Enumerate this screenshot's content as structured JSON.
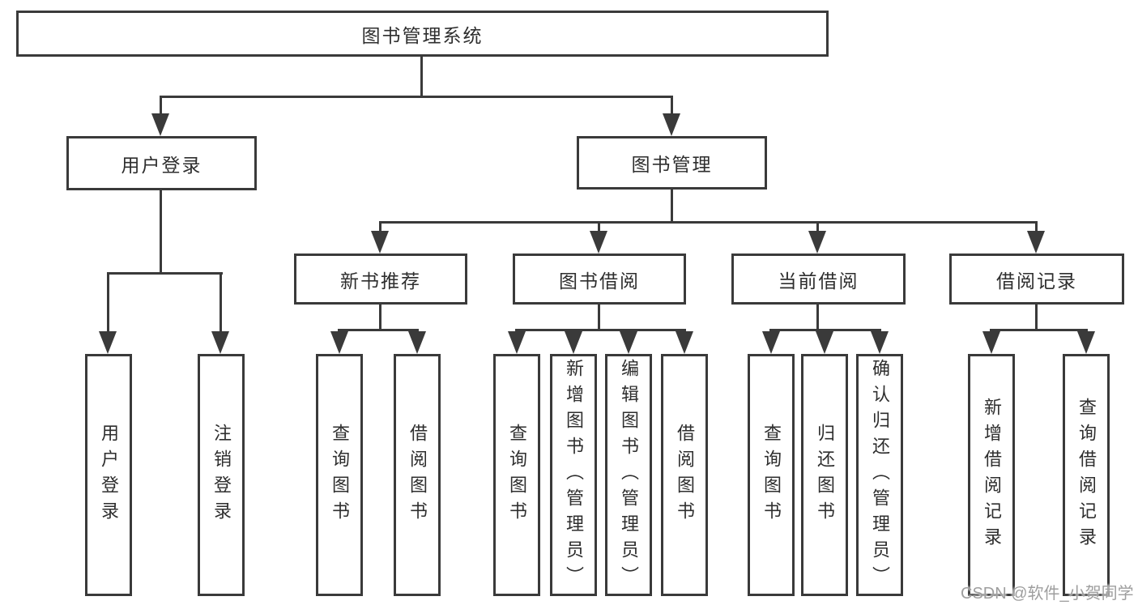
{
  "diagram": {
    "title": "图书管理系统",
    "root": "图书管理系统",
    "level2": [
      "用户登录",
      "图书管理"
    ],
    "level3": [
      "新书推荐",
      "图书借阅",
      "当前借阅",
      "借阅记录"
    ],
    "leaves": [
      "用户登录",
      "注销登录",
      "查询图书",
      "借阅图书",
      "查询图书",
      "新增图书（管理员）",
      "编辑图书（管理员）",
      "借阅图书",
      "查询图书",
      "归还图书",
      "确认归还（管理员）",
      "新增借阅记录",
      "查询借阅记录"
    ]
  },
  "watermark": "CSDN @软件_小贺同学",
  "colors": {
    "line": "#3a3a3a",
    "text": "#2e2e2e",
    "watermark": "#9e9e9e",
    "background": "#ffffff"
  }
}
